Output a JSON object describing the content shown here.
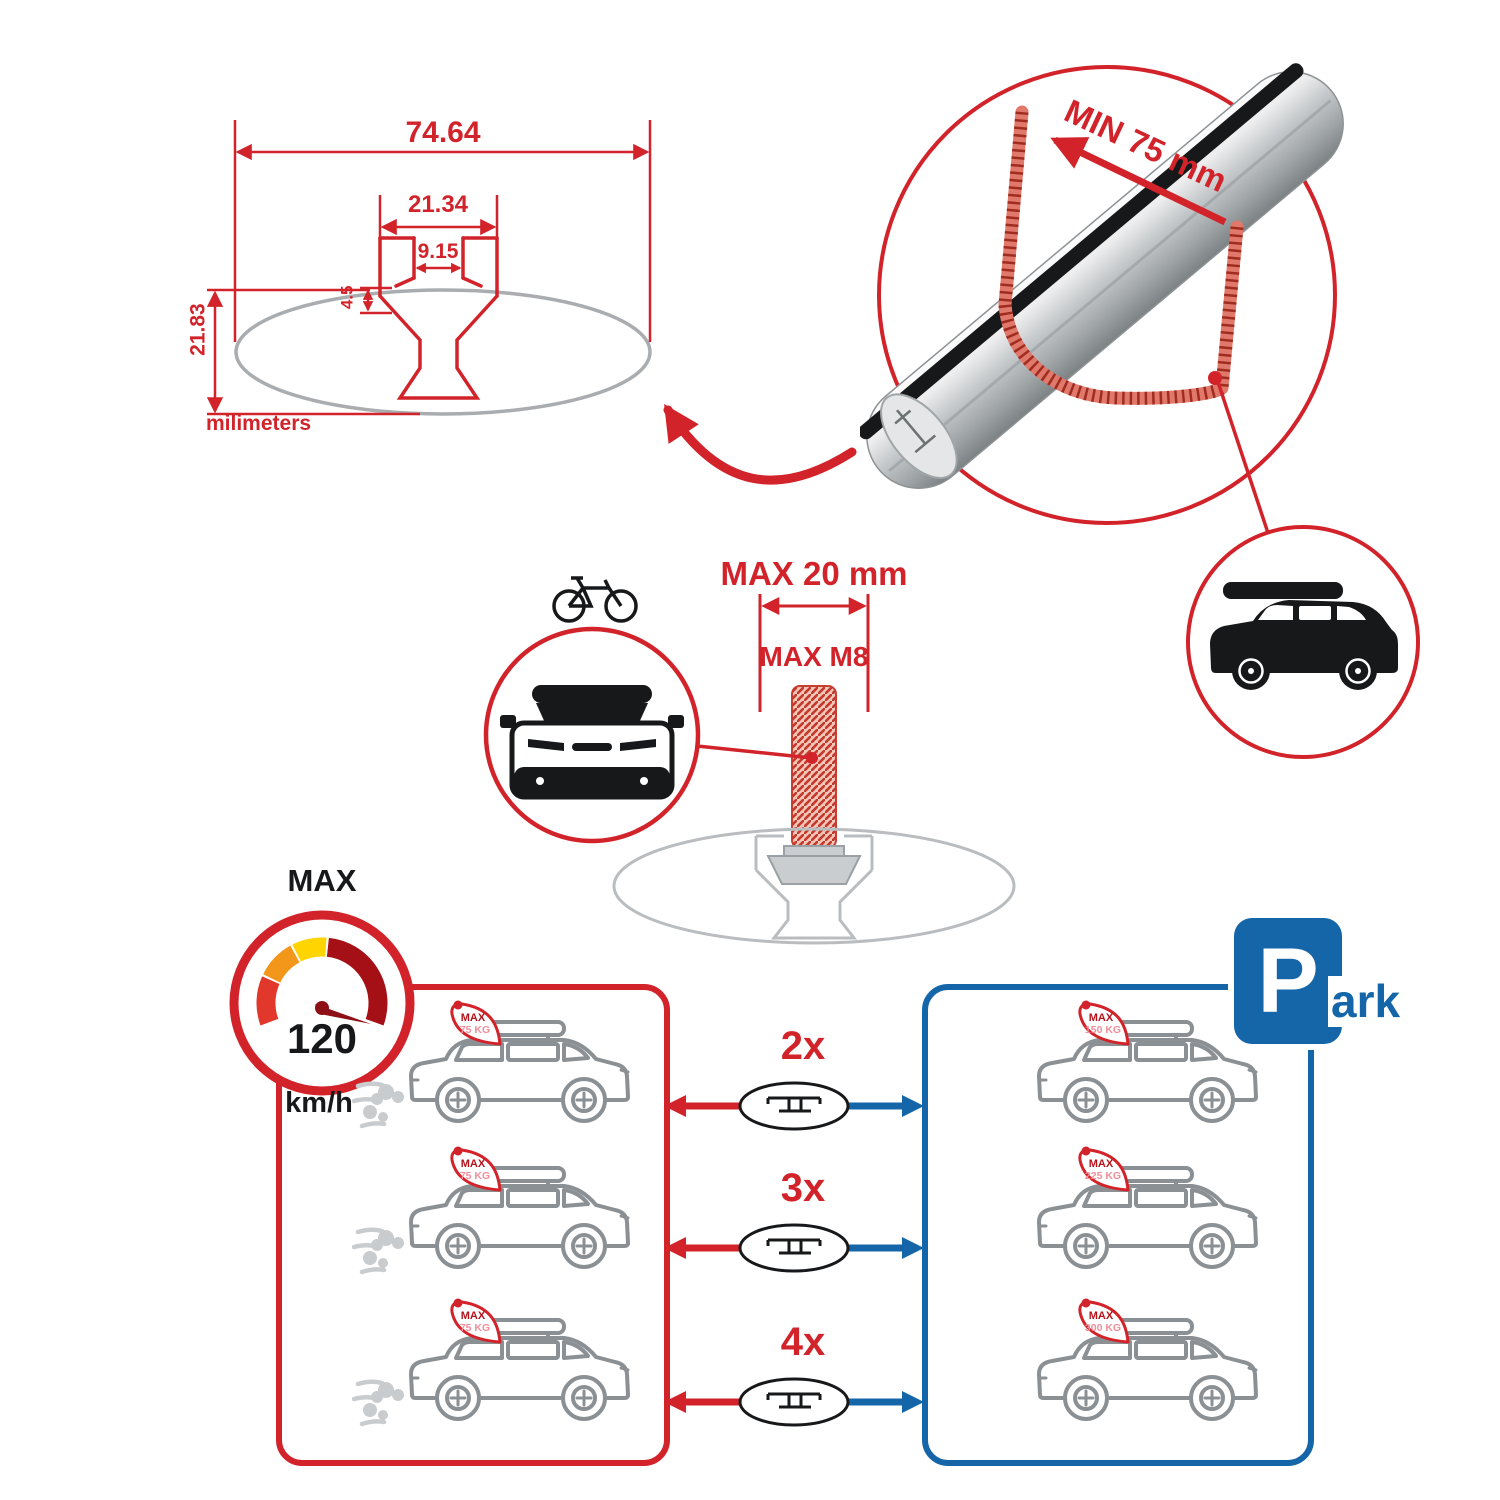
{
  "palette": {
    "red": "#d2232a",
    "dark_red": "#a11218",
    "pink": "#f08e9a",
    "blue": "#1566a9",
    "gray": "#9aa0a4",
    "gauge_orange": "#f3971b",
    "gauge_yellow": "#ffd400",
    "gauge_dark_red": "#a50f16"
  },
  "profile_dimensions": {
    "total_width": "74.64",
    "channel_width": "21.34",
    "slot_width": "9.15",
    "lip_depth": "4.5",
    "total_height": "21.83",
    "units": "milimeters"
  },
  "bar_detail": {
    "clamp_span": "MIN 75 mm"
  },
  "bolt_detail": {
    "max_depth": "MAX 20 mm",
    "max_thread": "MAX M8"
  },
  "speed_limit": {
    "label": "MAX",
    "value": "120",
    "units": "km/h"
  },
  "driving_panel": {
    "cars": [
      {
        "flag_label": "MAX",
        "flag_load": "75 KG"
      },
      {
        "flag_label": "MAX",
        "flag_load": "75 KG"
      },
      {
        "flag_label": "MAX",
        "flag_load": "75 KG"
      }
    ]
  },
  "bar_counts": [
    {
      "label": "2x"
    },
    {
      "label": "3x"
    },
    {
      "label": "4x"
    }
  ],
  "parked_panel": {
    "cars": [
      {
        "flag_label": "MAX",
        "flag_load": "150 KG"
      },
      {
        "flag_label": "MAX",
        "flag_load": "225 KG"
      },
      {
        "flag_label": "MAX",
        "flag_load": "300 KG"
      }
    ],
    "sign_letter": "P",
    "sign_suffix": "ark"
  }
}
